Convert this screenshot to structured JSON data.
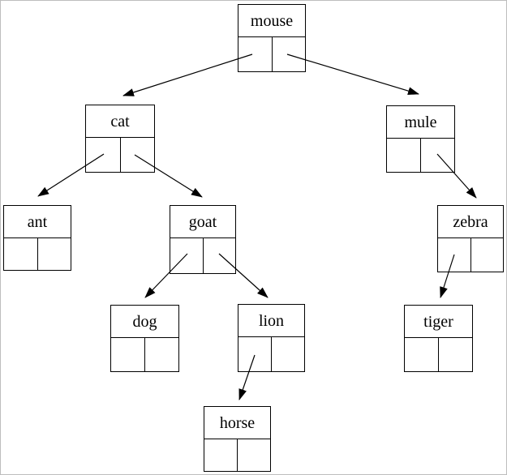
{
  "diagram": {
    "type": "binary-tree",
    "background_color": "#ffffff",
    "line_color": "#000000",
    "canvas_border_color": "#bdbdbd",
    "nodes": [
      {
        "id": "mouse",
        "label": "mouse"
      },
      {
        "id": "cat",
        "label": "cat"
      },
      {
        "id": "mule",
        "label": "mule"
      },
      {
        "id": "ant",
        "label": "ant"
      },
      {
        "id": "goat",
        "label": "goat"
      },
      {
        "id": "zebra",
        "label": "zebra"
      },
      {
        "id": "dog",
        "label": "dog"
      },
      {
        "id": "lion",
        "label": "lion"
      },
      {
        "id": "tiger",
        "label": "tiger"
      },
      {
        "id": "horse",
        "label": "horse"
      }
    ],
    "edges": [
      {
        "from": "mouse",
        "pointer": "left",
        "to": "cat"
      },
      {
        "from": "mouse",
        "pointer": "right",
        "to": "mule"
      },
      {
        "from": "cat",
        "pointer": "left",
        "to": "ant"
      },
      {
        "from": "cat",
        "pointer": "right",
        "to": "goat"
      },
      {
        "from": "mule",
        "pointer": "right",
        "to": "zebra"
      },
      {
        "from": "goat",
        "pointer": "left",
        "to": "dog"
      },
      {
        "from": "goat",
        "pointer": "right",
        "to": "lion"
      },
      {
        "from": "zebra",
        "pointer": "left",
        "to": "tiger"
      },
      {
        "from": "lion",
        "pointer": "left",
        "to": "horse"
      }
    ]
  }
}
